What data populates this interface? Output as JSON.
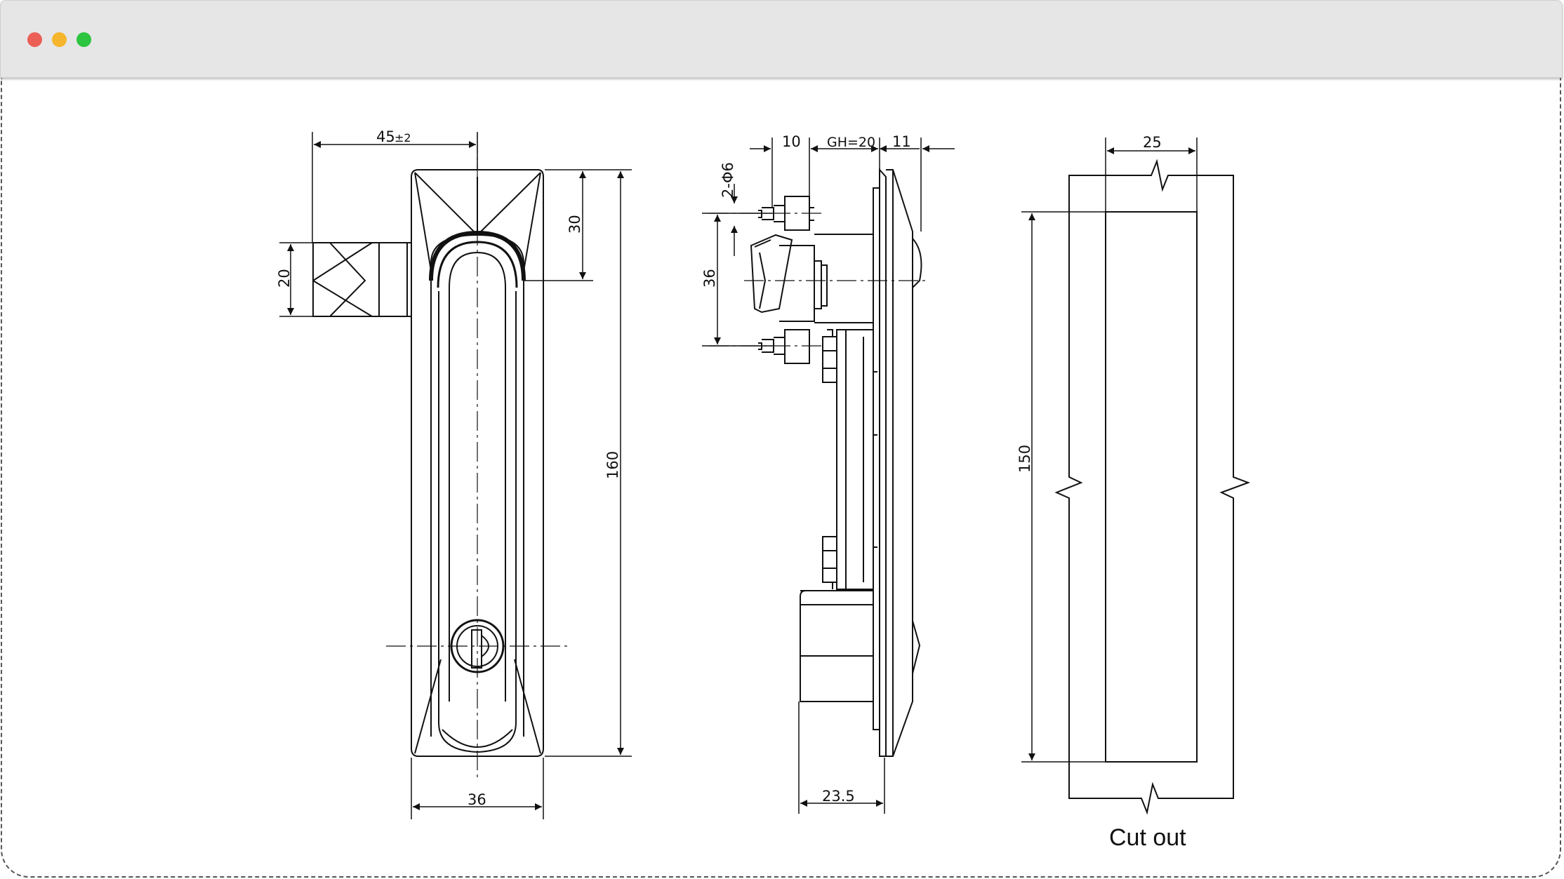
{
  "window": {
    "controls": {
      "close_color": "#ec5f57",
      "minimize_color": "#f5b52c",
      "maximize_color": "#2dc440"
    }
  },
  "drawing": {
    "front_view": {
      "dim_width_top": "45",
      "dim_width_top_tol": "±2",
      "dim_cam_height": "20",
      "dim_top_offset": "30",
      "dim_total_height": "160",
      "dim_bottom_width": "36"
    },
    "side_view": {
      "dim_hole": "2-Φ6",
      "dim_10": "10",
      "dim_gh": "GH=20",
      "dim_11": "11",
      "dim_hole_spacing": "36",
      "dim_depth": "23.5"
    },
    "cutout": {
      "dim_width": "25",
      "dim_height": "150",
      "caption": "Cut out"
    }
  }
}
